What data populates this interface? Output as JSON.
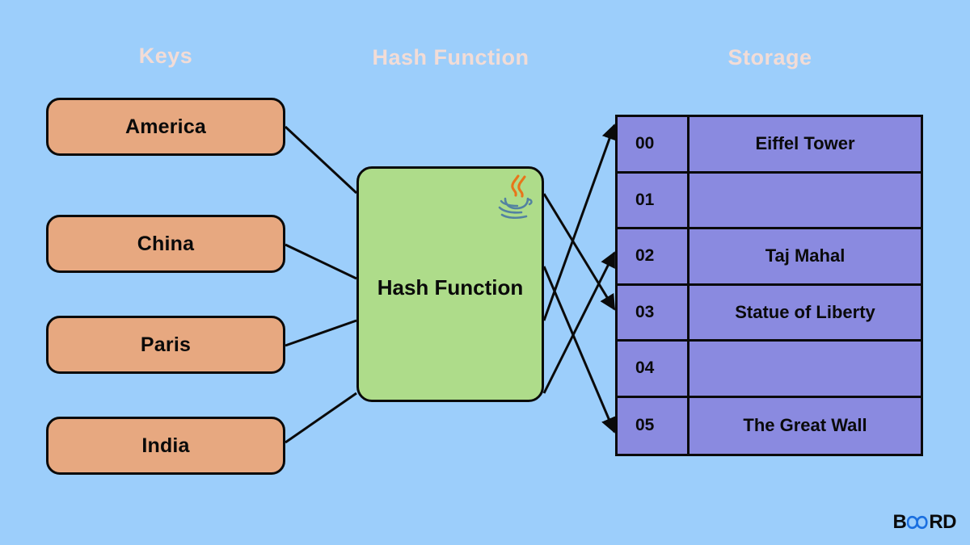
{
  "headings": {
    "keys": "Keys",
    "hash": "Hash Function",
    "storage": "Storage"
  },
  "keys": [
    {
      "label": "America"
    },
    {
      "label": "China"
    },
    {
      "label": "Paris"
    },
    {
      "label": "India"
    }
  ],
  "hash_function": {
    "label": "Hash Function",
    "icon": "java-logo-icon"
  },
  "storage": {
    "rows": [
      {
        "index": "00",
        "value": "Eiffel Tower"
      },
      {
        "index": "01",
        "value": ""
      },
      {
        "index": "02",
        "value": "Taj Mahal"
      },
      {
        "index": "03",
        "value": "Statue of Liberty"
      },
      {
        "index": "04",
        "value": ""
      },
      {
        "index": "05",
        "value": "The Great Wall"
      }
    ]
  },
  "brand": {
    "prefix": "B",
    "middle": "oa",
    "suffix": "RD"
  },
  "colors": {
    "background": "#9ccefb",
    "key_fill": "#e7a880",
    "hash_fill": "#aedc8a",
    "storage_fill": "#8a8ae0",
    "stroke": "#0a0a0a",
    "heading_text": "#f2dcd6",
    "brand_accent": "#1a6fe0"
  },
  "mapping": [
    {
      "from": "America",
      "to_slot": "03"
    },
    {
      "from": "China",
      "to_slot": "05"
    },
    {
      "from": "Paris",
      "to_slot": "00"
    },
    {
      "from": "India",
      "to_slot": "02"
    }
  ]
}
